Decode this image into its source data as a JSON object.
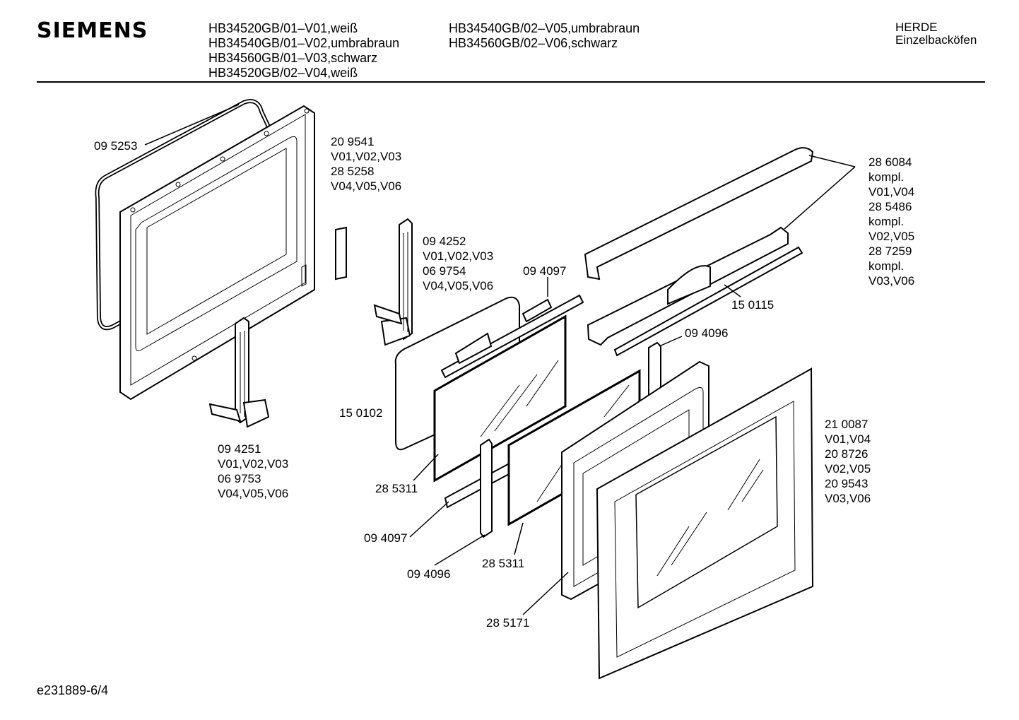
{
  "header": {
    "brand": "SIEMENS",
    "models_col1": [
      "HB34520GB/01–V01,weiß",
      "HB34540GB/01–V02,umbrabraun",
      "HB34560GB/01–V03,schwarz",
      "HB34520GB/02–V04,weiß"
    ],
    "models_col2": [
      "HB34540GB/02–V05,umbrabraun",
      "HB34560GB/02–V06,schwarz"
    ],
    "category_line1": "HERDE",
    "category_line2": "Einzelbacköfen"
  },
  "footer": {
    "code": "e231889-6/4"
  },
  "callouts": {
    "c095253": [
      "09 5253"
    ],
    "c209541": [
      "20 9541",
      "V01,V02,V03",
      "28 5258",
      "V04,V05,V06"
    ],
    "c094252": [
      "09 4252",
      "V01,V02,V03",
      "06 9754",
      "V04,V05,V06"
    ],
    "c094097a": [
      "09 4097"
    ],
    "c286084": [
      "28 6084",
      "kompl.",
      "V01,V04",
      "28 5486",
      "kompl.",
      "V02,V05",
      "28 7259",
      "kompl.",
      "V03,V06"
    ],
    "c150115": [
      "15 0115"
    ],
    "c094096a": [
      "09 4096"
    ],
    "c150102": [
      "15 0102"
    ],
    "c094251": [
      "09 4251",
      "V01,V02,V03",
      "06 9753",
      "V04,V05,V06"
    ],
    "c210087": [
      "21 0087",
      "V01,V04",
      "20 8726",
      "V02,V05",
      "20 9543",
      "V03,V06"
    ],
    "c285311a": [
      "28 5311"
    ],
    "c094097b": [
      "09 4097"
    ],
    "c094096b": [
      "09 4096"
    ],
    "c285311b": [
      "28 5311"
    ],
    "c285171": [
      "28 5171"
    ]
  }
}
